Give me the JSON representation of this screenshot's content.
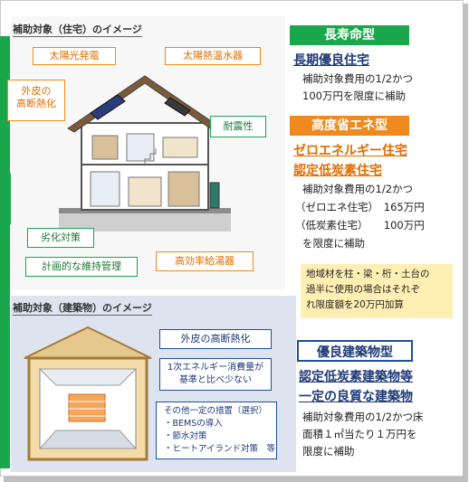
{
  "house_panel": {
    "title": "補助対象（住宅）のイメージ",
    "labels": {
      "solar_power": "太陽光発電",
      "solar_water_heater": "太陽熱温水器",
      "insulation_line1": "外皮の",
      "insulation_line2": "高断熱化",
      "earthquake": "耐震性",
      "deterioration": "劣化対策",
      "maintenance": "計画的な維持管理",
      "water_heater": "高効率給湯器"
    }
  },
  "building_panel": {
    "title": "補助対象（建築物）のイメージ",
    "labels": {
      "insulation": "外皮の高断熱化",
      "energy_line1": "1次エネルギー消費量が",
      "energy_line2": "基準と比べ少ない",
      "other_title": "その他一定の措置（選択）",
      "other_items": [
        "・BEMSの導入",
        "・節水対策",
        "・ヒートアイランド対策　等"
      ]
    }
  },
  "type_long_life": {
    "tag": "長寿命型",
    "heading": "長期優良住宅",
    "desc_line1": "補助対象費用の1/2かつ",
    "desc_line2": "100万円を限度に補助"
  },
  "type_energy": {
    "tag": "高度省エネ型",
    "heading_line1": "ゼロエネルギー住宅",
    "heading_line2": "認定低炭素住宅",
    "desc_line1": "補助対象費用の1/2かつ",
    "desc_line2": "（ゼロエネ住宅）　165万円",
    "desc_line3": "（低炭素住宅）　　100万円",
    "desc_line4": "を限度に補助"
  },
  "note": {
    "line1": "地域材を柱・梁・桁・土台の",
    "line2": "過半に使用の場合はそれぞ",
    "line3": "れ限度額を20万円加算"
  },
  "type_building": {
    "tag": "優良建築物型",
    "heading_line1": "認定低炭素建築物等",
    "heading_line2": "一定の良質な建築物",
    "desc_line1": "補助対象費用の1/2かつ床",
    "desc_line2": "面積１㎡当たり１万円を",
    "desc_line3": "限度に補助"
  },
  "colors": {
    "green": "#1aa64a",
    "orange": "#f08a1e",
    "navy": "#1e3a78"
  }
}
